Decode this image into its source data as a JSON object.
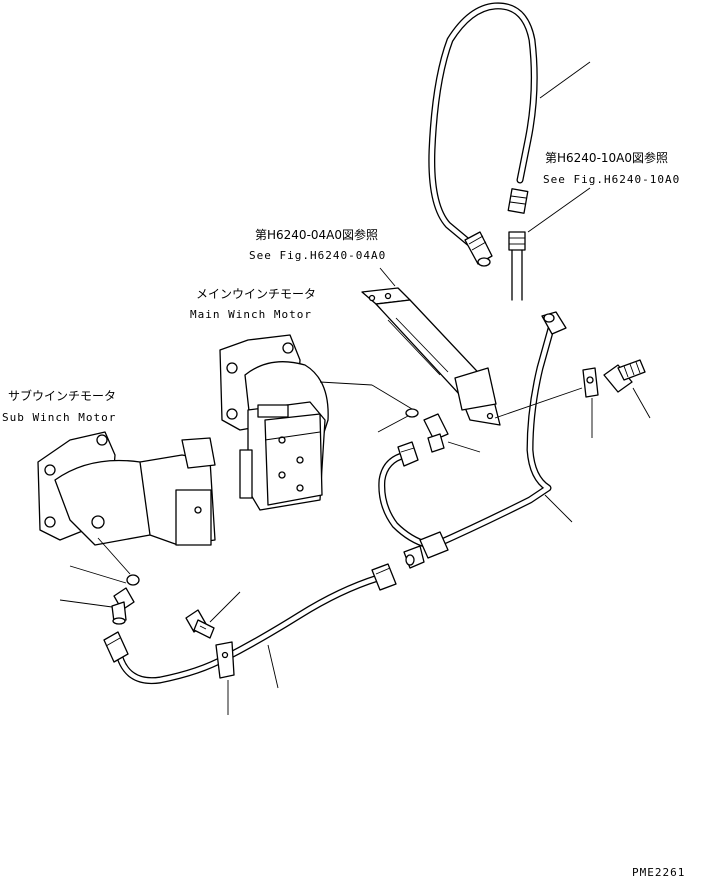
{
  "labels": {
    "ref_10a0_jp": "第H6240-10A0図参照",
    "ref_10a0_en": "See Fig.H6240-10A0",
    "ref_04a0_jp": "第H6240-04A0図参照",
    "ref_04a0_en": "See Fig.H6240-04A0",
    "main_motor_jp": "メインウインチモータ",
    "main_motor_en": "Main Winch Motor",
    "sub_motor_jp": "サブウインチモータ",
    "sub_motor_en": "Sub Winch Motor",
    "drawing_code": "PME2261"
  }
}
